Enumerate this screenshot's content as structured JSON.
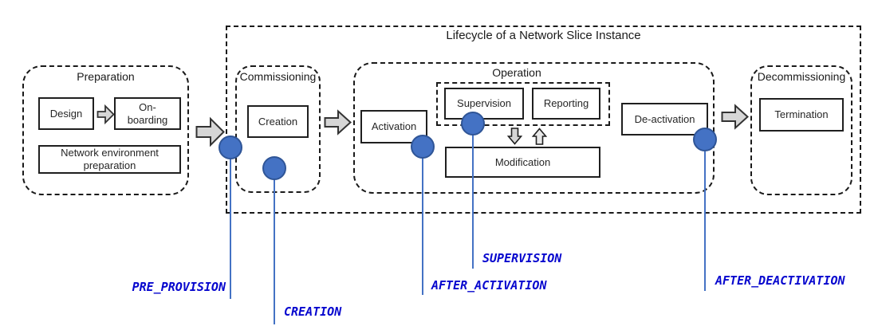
{
  "title": "Lifecycle of a Network Slice Instance",
  "phases": {
    "preparation": {
      "label": "Preparation",
      "steps": {
        "design": "Design",
        "onboarding": "On-\nboarding",
        "network_env": "Network environment preparation"
      }
    },
    "commissioning": {
      "label": "Commissioning",
      "steps": {
        "creation": "Creation"
      }
    },
    "operation": {
      "label": "Operation",
      "steps": {
        "activation": "Activation",
        "supervision": "Supervision",
        "reporting": "Reporting",
        "modification": "Modification",
        "deactivation": "De-activation"
      }
    },
    "decommissioning": {
      "label": "Decommissioning",
      "steps": {
        "termination": "Termination"
      }
    }
  },
  "events": {
    "pre_provision": "PRE_PROVISION",
    "creation": "CREATION",
    "after_activation": "AFTER_ACTIVATION",
    "supervision": "SUPERVISION",
    "after_deactivation": "AFTER_DEACTIVATION"
  },
  "colors": {
    "marker_fill": "#4472C4",
    "marker_border": "#2F5597",
    "event_text": "#0606CE",
    "arrow_fill": "#D6D6D6",
    "line": "#1a1a1a"
  }
}
